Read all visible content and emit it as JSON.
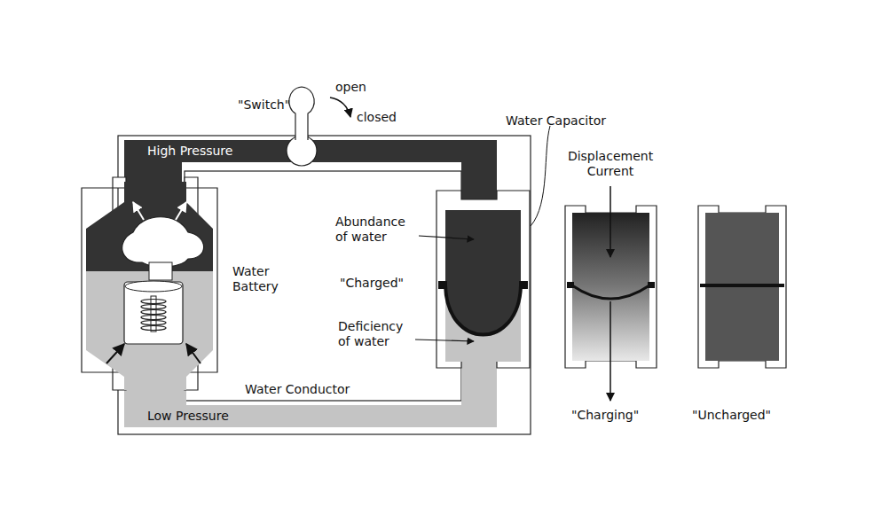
{
  "diagram": {
    "labels": [
      "\"Switch\"",
      "open",
      "closed",
      "High Pressure",
      "Water Capacitor",
      "Abundance of water",
      "\"Charged\"",
      "Deficiency of water",
      "Water Battery",
      "Water Conductor",
      "Low Pressure",
      "Displacement Current",
      "\"Charging\"",
      "\"Uncharged\""
    ]
  }
}
